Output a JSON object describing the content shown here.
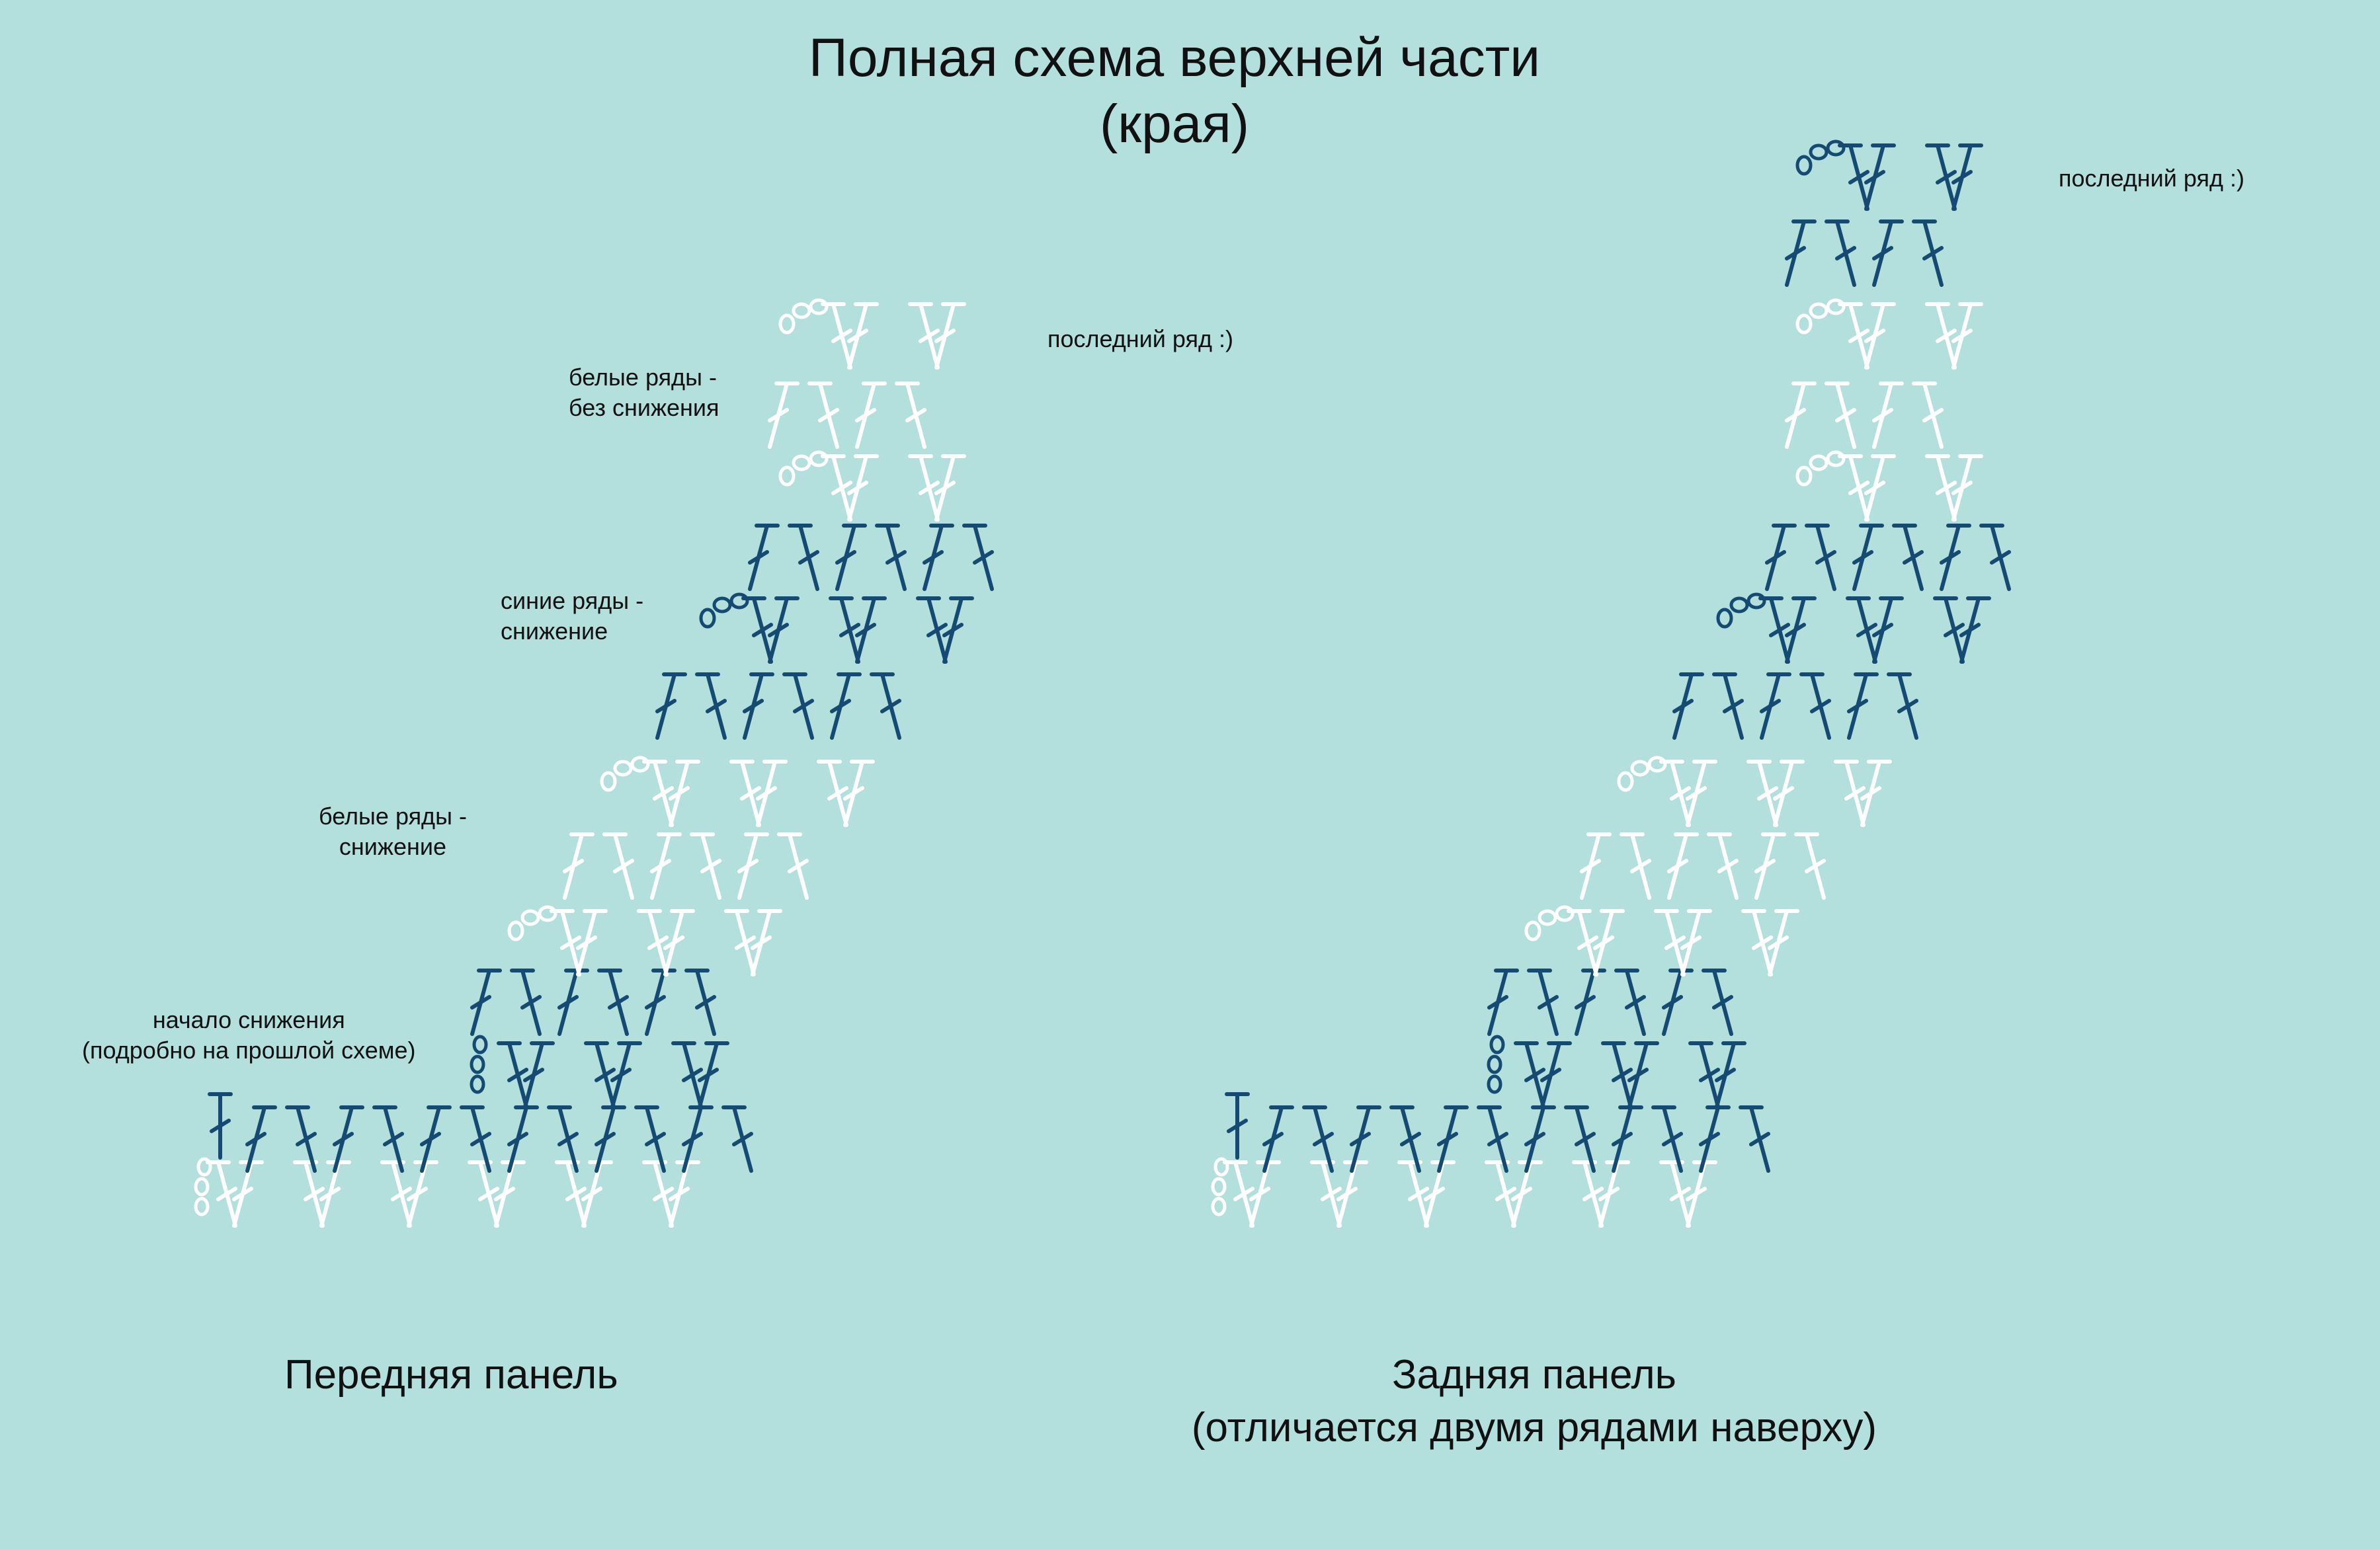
{
  "title": {
    "line1": "Полная схема верхней части",
    "line2": "(края)"
  },
  "colors": {
    "background": "#b3e0dc",
    "white_rows": "#ffffff",
    "blue_rows": "#154a72"
  },
  "front_panel": {
    "label": "Передняя панель",
    "notes": {
      "last_row": "последний ряд :)",
      "white_no_decrease_1": "белые ряды -",
      "white_no_decrease_2": "без снижения",
      "blue_decrease_1": "синие ряды -",
      "blue_decrease_2": "снижение",
      "white_decrease_1": "белые ряды -",
      "white_decrease_2": "снижение",
      "start_1": "начало снижения",
      "start_2": "(подробно на прошлой схеме)"
    }
  },
  "back_panel": {
    "label_line1": "Задняя панель",
    "label_line2": "(отличается двумя рядами наверху)",
    "notes": {
      "last_row": "последний ряд :)"
    }
  },
  "symbols": {
    "stitch": "double-crochet",
    "turning_chain": "chain-loops"
  }
}
